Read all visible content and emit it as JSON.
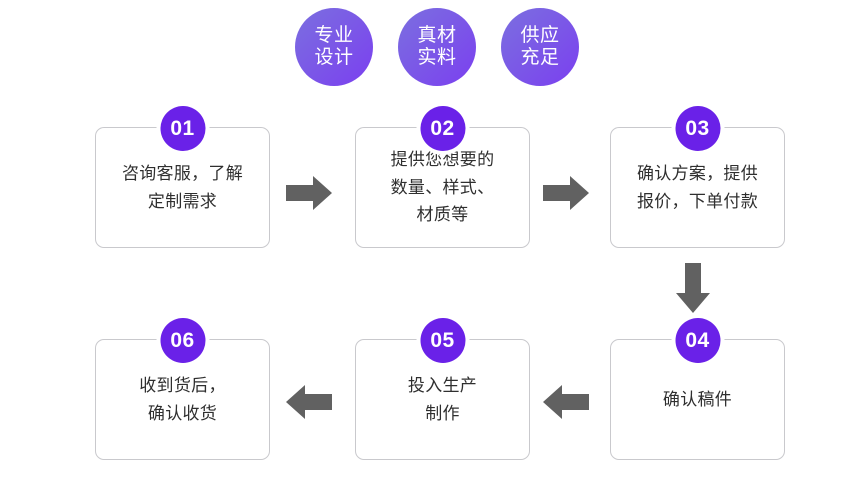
{
  "meta": {
    "title": "定制流程图",
    "accent_purple": "#6a21e8",
    "gradient_from": "#7b6fe0",
    "gradient_to": "#7b3ff0",
    "arrow_gray": "#616161",
    "box_border": "#c9c9cd",
    "text_color": "#2f2f2f",
    "background": "#ffffff"
  },
  "features": [
    {
      "name": "feature-design",
      "lines": [
        "专业",
        "设计"
      ]
    },
    {
      "name": "feature-material",
      "lines": [
        "真材",
        "实料"
      ]
    },
    {
      "name": "feature-supply",
      "lines": [
        "供应",
        "充足"
      ]
    }
  ],
  "steps": [
    {
      "number": "01",
      "lines": [
        "咨询客服，了解",
        "定制需求"
      ]
    },
    {
      "number": "02",
      "lines": [
        "提供您想要的",
        "数量、样式、",
        "材质等"
      ]
    },
    {
      "number": "03",
      "lines": [
        "确认方案，提供",
        "报价，下单付款"
      ]
    },
    {
      "number": "04",
      "lines": [
        "确认稿件"
      ]
    },
    {
      "number": "05",
      "lines": [
        "投入生产",
        "制作"
      ]
    },
    {
      "number": "06",
      "lines": [
        "收到货后，",
        "确认收货"
      ]
    }
  ],
  "arrows": [
    {
      "name": "arrow-step1-to-step2",
      "direction": "right"
    },
    {
      "name": "arrow-step2-to-step3",
      "direction": "right"
    },
    {
      "name": "arrow-step3-to-step4",
      "direction": "down"
    },
    {
      "name": "arrow-step4-to-step5",
      "direction": "left"
    },
    {
      "name": "arrow-step5-to-step6",
      "direction": "left"
    }
  ]
}
